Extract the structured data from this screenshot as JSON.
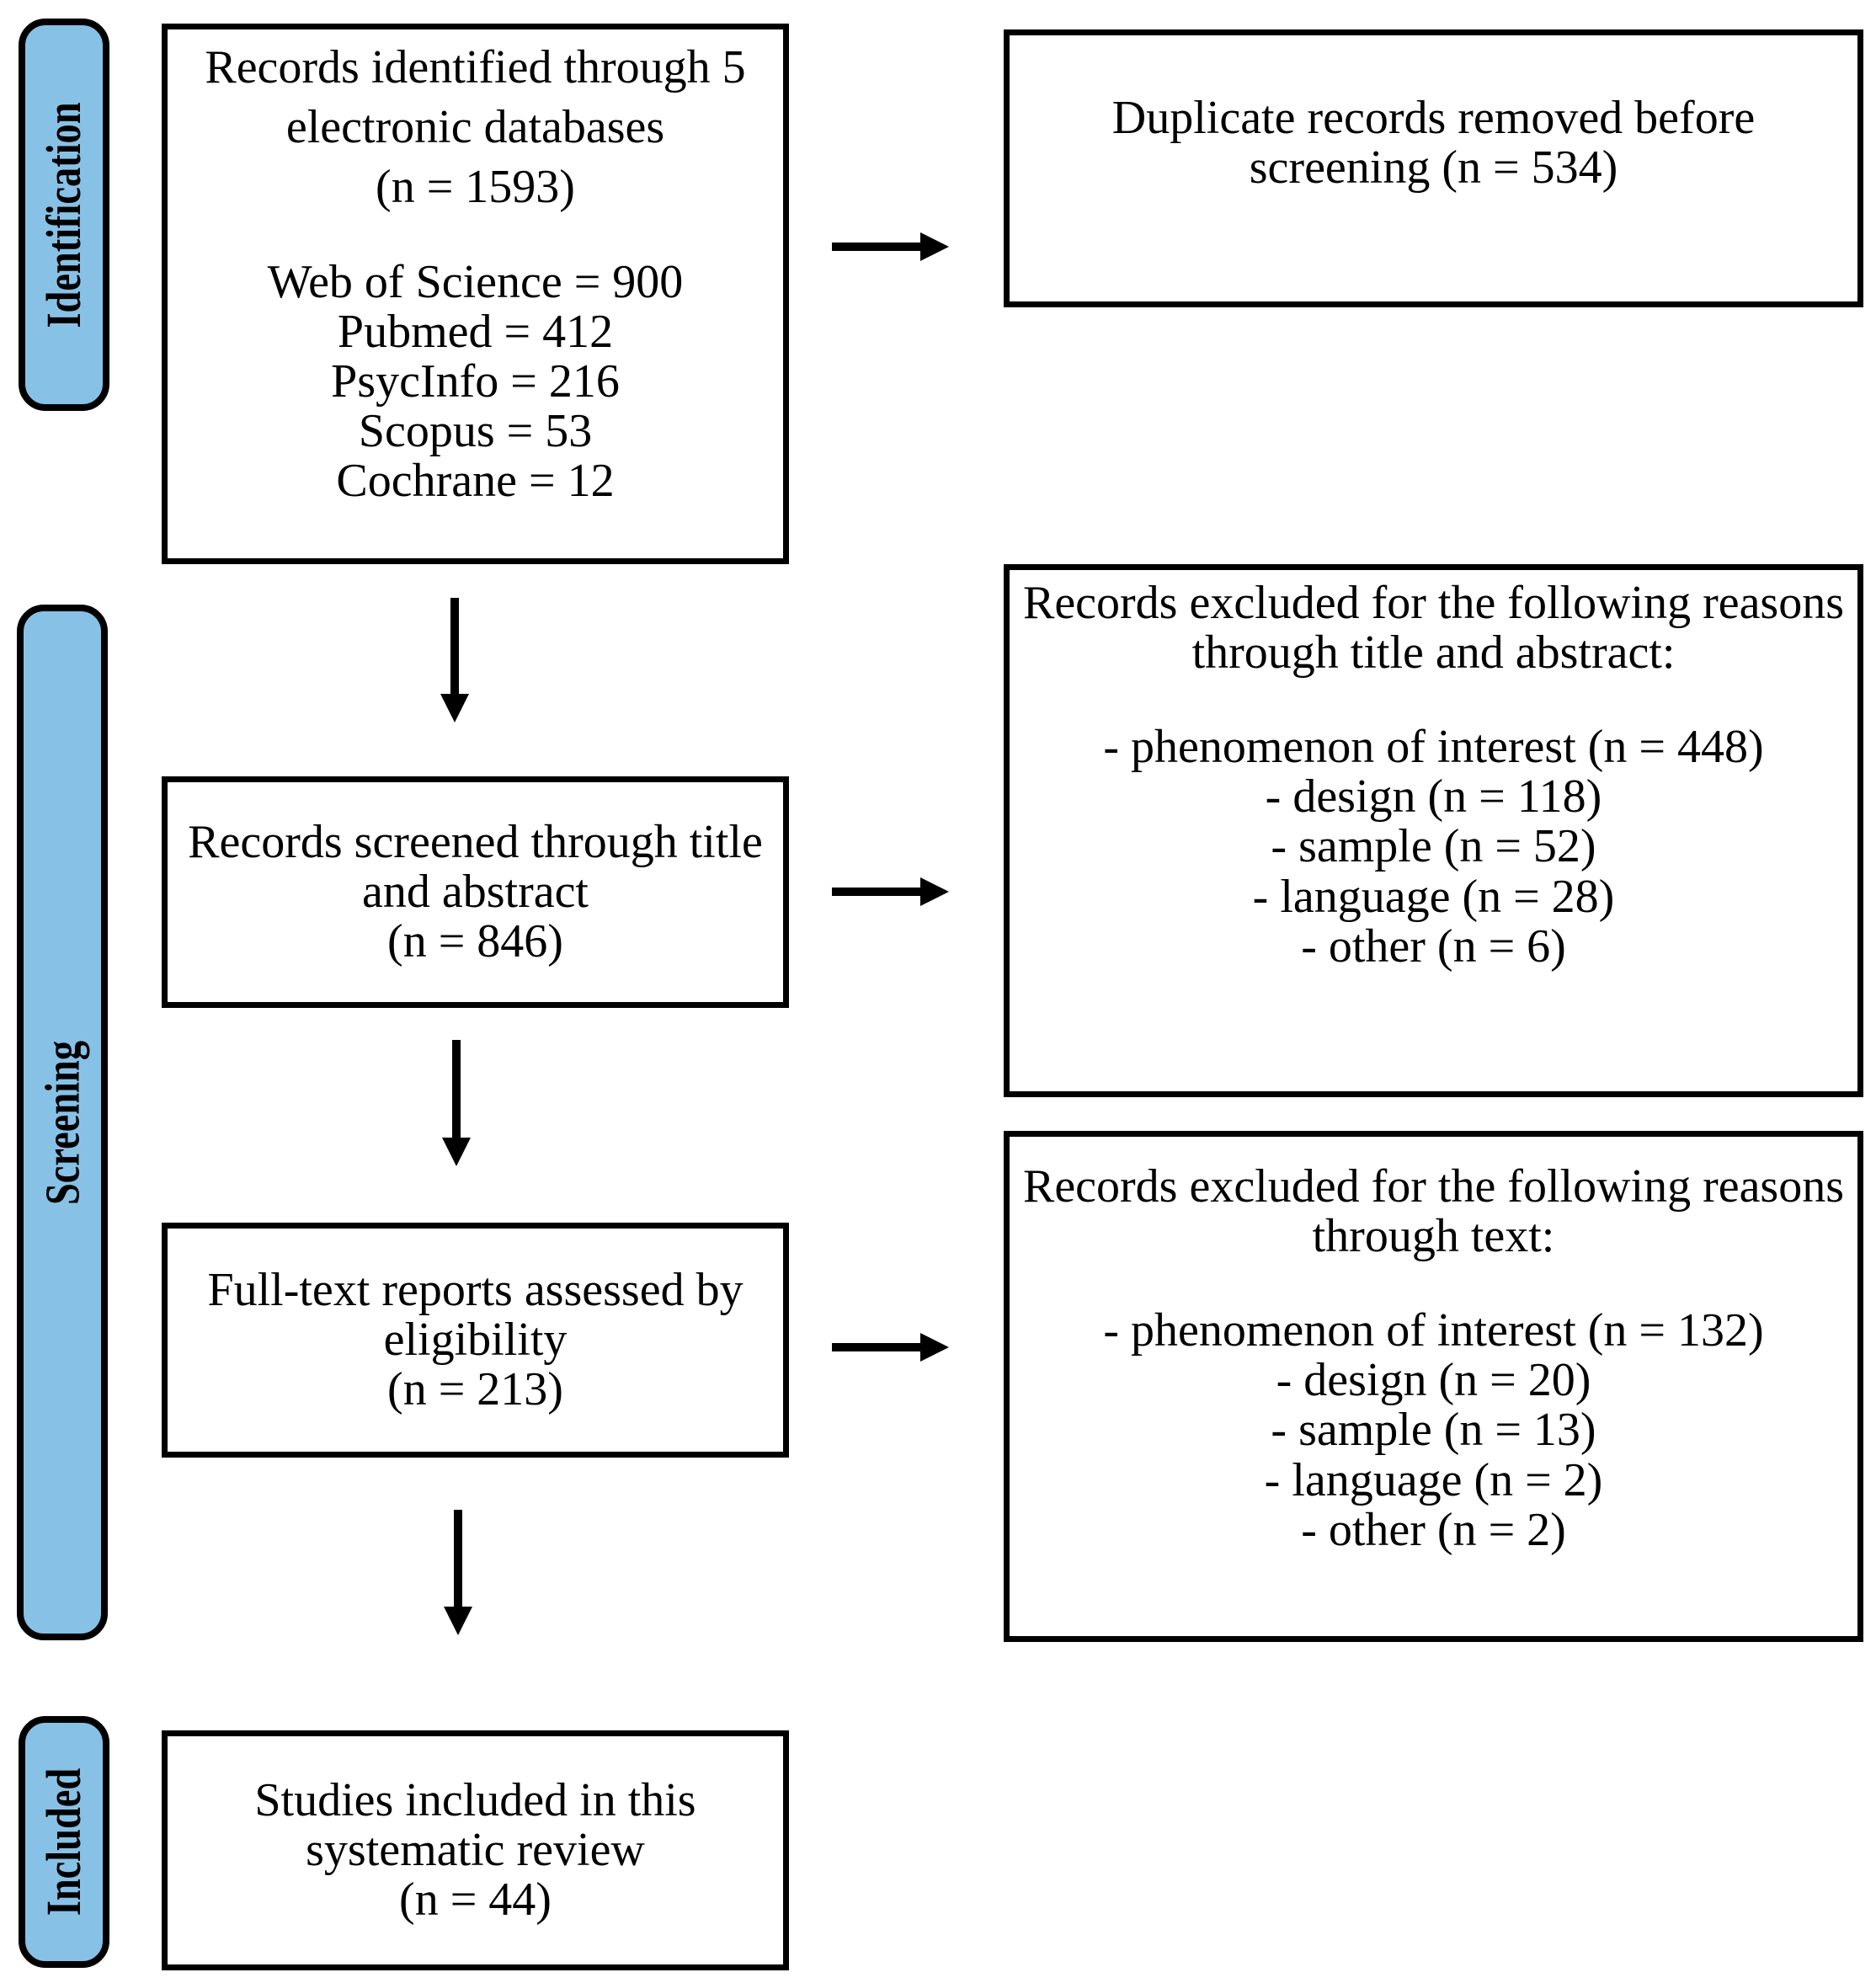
{
  "figure": {
    "type": "prisma-flow-diagram",
    "stages": [
      {
        "id": "identification",
        "label": "Identification"
      },
      {
        "id": "screening",
        "label": "Screening"
      },
      {
        "id": "included",
        "label": "Included"
      }
    ],
    "boxes": {
      "identified": {
        "title_lines": [
          "Records identified through 5",
          "electronic databases",
          "(n = 1593)"
        ],
        "database_lines": [
          "Web of Science = 900",
          "Pubmed = 412",
          "PsycInfo = 216",
          "Scopus = 53",
          "Cochrane = 12"
        ]
      },
      "duplicates_removed": {
        "lines": [
          "Duplicate records removed before",
          "screening (n = 534)"
        ]
      },
      "screened": {
        "lines": [
          "Records screened through title",
          "and abstract",
          "(n = 846)"
        ]
      },
      "excluded_title_abstract": {
        "title_lines": [
          "Records excluded for the following reasons",
          "through title and abstract:"
        ],
        "reason_lines": [
          "- phenomenon of interest (n = 448)",
          "- design (n = 118)",
          "- sample (n = 52)",
          "- language (n = 28)",
          "- other (n = 6)"
        ]
      },
      "fulltext_assessed": {
        "lines": [
          "Full-text reports assessed by",
          "eligibility",
          "(n = 213)"
        ]
      },
      "excluded_text": {
        "title_lines": [
          "Records excluded for the following reasons",
          "through text:"
        ],
        "reason_lines": [
          "- phenomenon of interest (n = 132)",
          "- design (n = 20)",
          "- sample (n = 13)",
          "- language (n = 2)",
          "- other (n = 2)"
        ]
      },
      "included_studies": {
        "lines": [
          "Studies included in this",
          "systematic review",
          "(n = 44)"
        ]
      }
    },
    "colors": {
      "stage_fill": "#87C1E6",
      "border": "#000000",
      "background": "#FFFFFF",
      "text": "#000000"
    }
  }
}
